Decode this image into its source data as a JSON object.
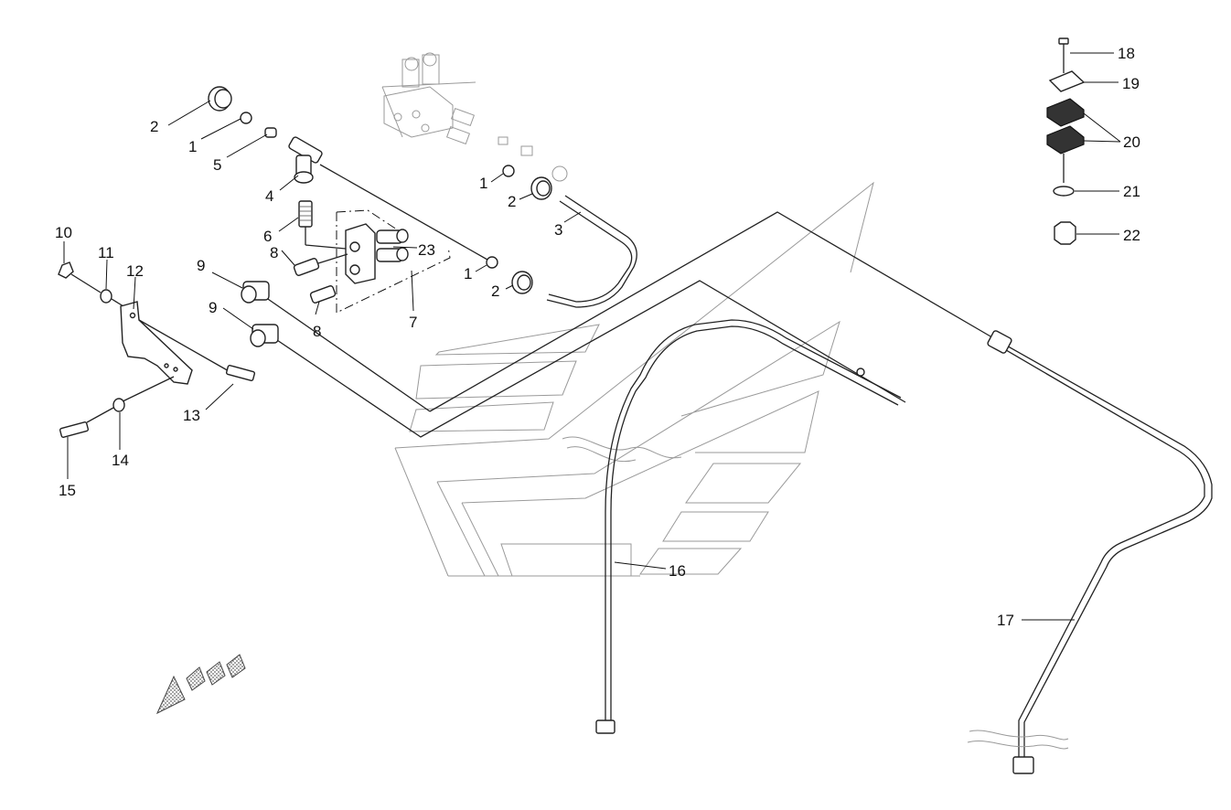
{
  "callouts": [
    "1",
    "2",
    "3",
    "4",
    "5",
    "6",
    "7",
    "8",
    "9",
    "10",
    "11",
    "12",
    "13",
    "14",
    "15",
    "16",
    "17",
    "18",
    "19",
    "20",
    "21",
    "22",
    "23"
  ],
  "colors": {
    "line": "#222222",
    "ghost": "#9a9a9a",
    "arrow_fill": "#bbbbbb"
  }
}
